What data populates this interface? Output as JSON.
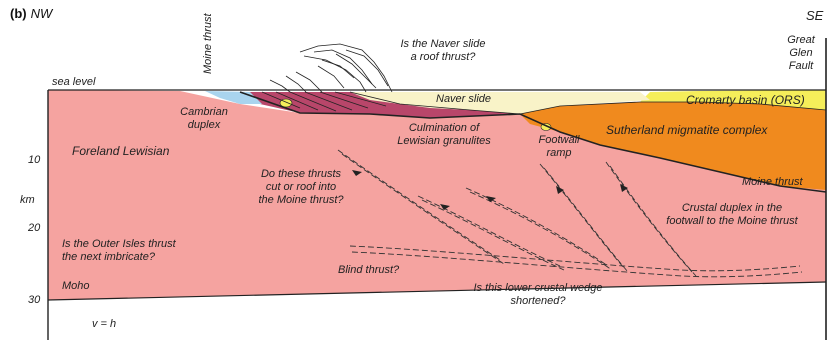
{
  "panel": {
    "letter": "(b)",
    "orientation_left": "NW",
    "orientation_right": "SE"
  },
  "labels": {
    "moine_thrust_top": "Moine thrust",
    "sea_level": "sea level",
    "naver_question_1": "Is the Naver slide",
    "naver_question_2": "a roof thrust?",
    "great_glen_1": "Great",
    "great_glen_2": "Glen",
    "great_glen_3": "Fault",
    "cambrian_1": "Cambrian",
    "cambrian_2": "duplex",
    "naver_slide": "Naver slide",
    "cromarty": "Cromarty basin (ORS)",
    "foreland": "Foreland Lewisian",
    "culmination_1": "Culmination of",
    "culmination_2": "Lewisian granulites",
    "footwall_1": "Footwall",
    "footwall_2": "ramp",
    "sutherland": "Sutherland migmatite complex",
    "moine_thrust_right": "Moine thrust",
    "question_thrusts_1": "Do these thrusts",
    "question_thrusts_2": "cut or roof into",
    "question_thrusts_3": "the Moine thrust?",
    "crustal_duplex_1": "Crustal duplex in the",
    "crustal_duplex_2": "footwall to the Moine thrust",
    "outer_isles_1": "Is the Outer Isles thrust",
    "outer_isles_2": "the next imbricate?",
    "blind_thrust": "Blind thrust?",
    "moho": "Moho",
    "lower_crust_1": "Is this lower crustal wedge",
    "lower_crust_2": "shortened?",
    "scale_ratio": "v = h"
  },
  "axis": {
    "unit": "km",
    "ticks": [
      "10",
      "20",
      "30"
    ]
  },
  "colors": {
    "lewisian": "#f5a3a0",
    "mantle": "#ffffff",
    "sutherland": "#f08a1e",
    "cromarty": "#f5ee5a",
    "naver": "#f9f3c8",
    "imbricate": "#b8466a",
    "cambrian": "#a9d4ee",
    "line": "#222222"
  }
}
